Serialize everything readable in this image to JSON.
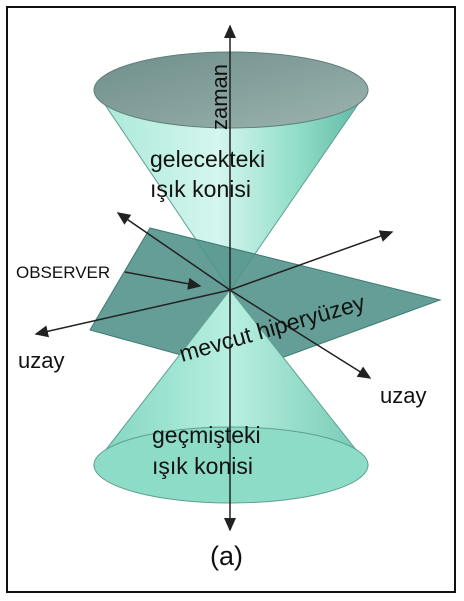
{
  "labels": {
    "time_axis": "zaman",
    "future_cone_line1": "gelecekteki",
    "future_cone_line2": "ışık konisi",
    "observer": "OBSERVER",
    "hypersurface": "mevcut hiperyüzey",
    "space_left": "uzay",
    "space_right": "uzay",
    "past_cone_line1": "geçmişteki",
    "past_cone_line2": "ışık konisi",
    "caption": "(a)"
  },
  "colors": {
    "cone_light": "#c8f1e7",
    "cone_mid": "#86d8c4",
    "cone_dark": "#3f8f80",
    "top_ellipse": "#7c9995",
    "plane": "#4f9187",
    "axis": "#222222",
    "frame": "#111111"
  }
}
